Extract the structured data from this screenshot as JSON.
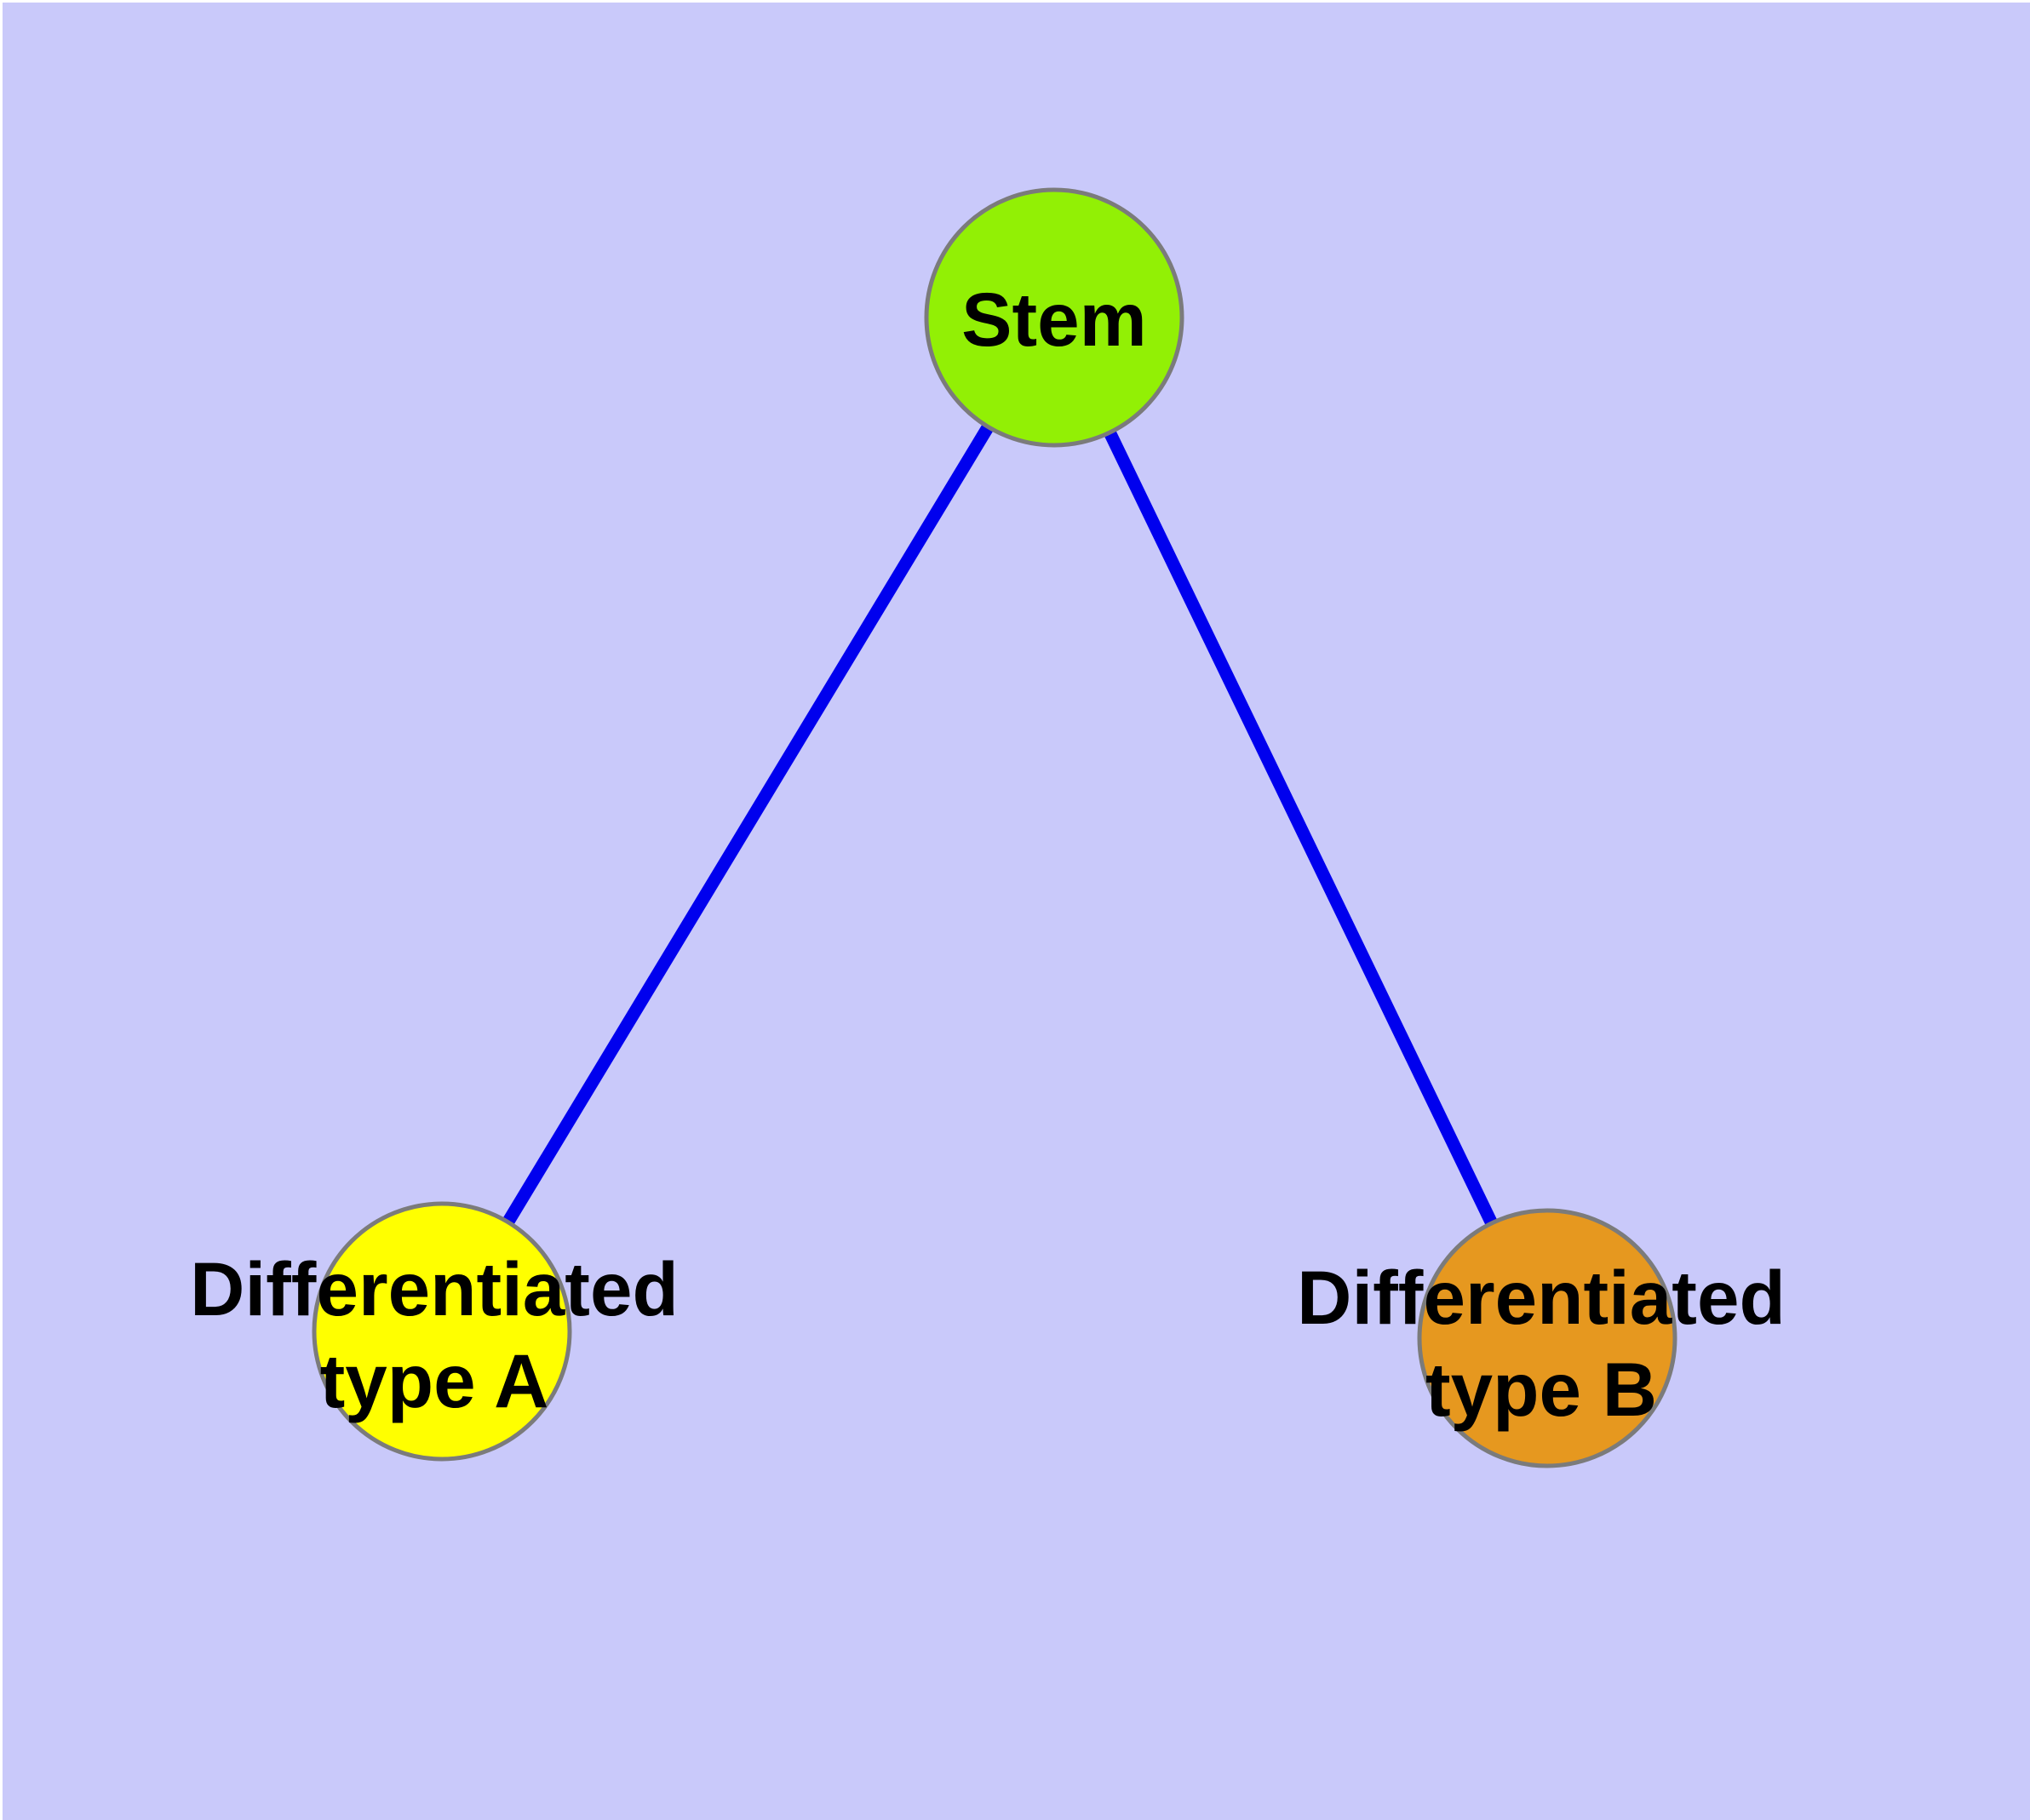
{
  "diagram": {
    "type": "graph",
    "description": "Stem cell differentiation tree with one root node and two leaf nodes",
    "background_color": "#C9C9FA",
    "page_margin_color": "#ffffff",
    "edge_color": "#0000EE",
    "node_border_color": "#7B7B7B",
    "label_color": "#000000",
    "nodes": {
      "stem": {
        "label": "Stem",
        "fill": "#92F005"
      },
      "type_a": {
        "label_line1": "Differentiated",
        "label_line2": "type A",
        "fill": "#FFFF00"
      },
      "type_b": {
        "label_line1": "Differentiated",
        "label_line2": "type B",
        "fill": "#E6981F"
      }
    },
    "edges": [
      {
        "from": "Stem",
        "to": "Differentiated type A"
      },
      {
        "from": "Stem",
        "to": "Differentiated type B"
      }
    ]
  }
}
